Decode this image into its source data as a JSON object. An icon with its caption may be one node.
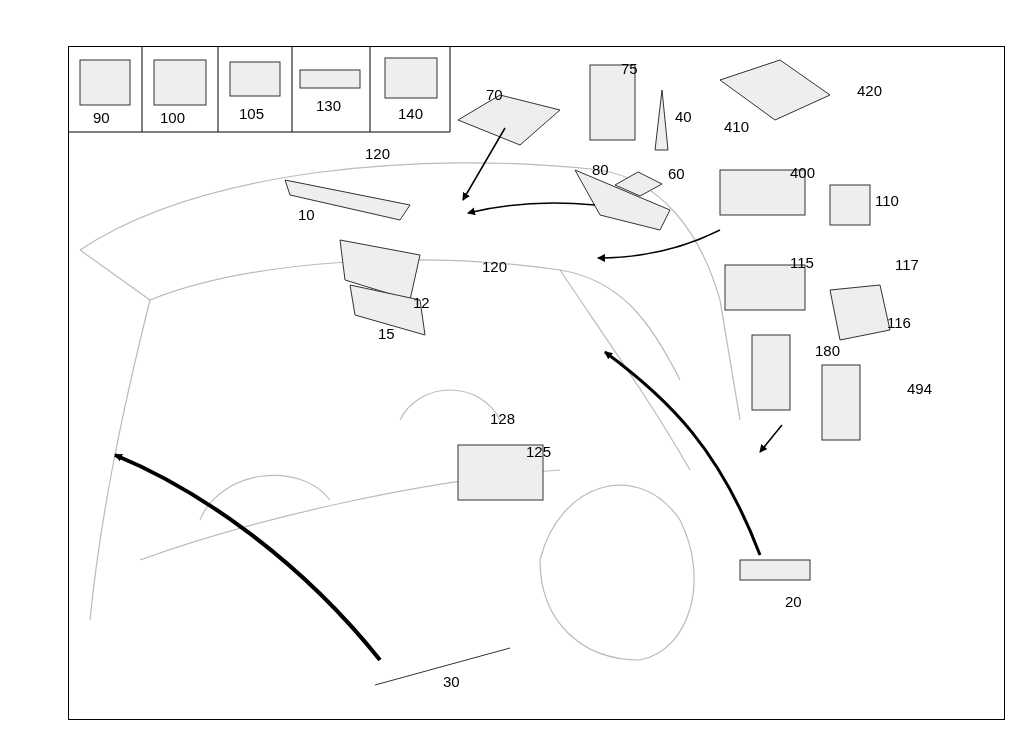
{
  "diagram": {
    "labels": [
      "90",
      "100",
      "105",
      "130",
      "140",
      "70",
      "75",
      "40",
      "420",
      "410",
      "120",
      "80",
      "60",
      "400",
      "110",
      "10",
      "120",
      "115",
      "117",
      "12",
      "116",
      "15",
      "180",
      "494",
      "128",
      "125",
      "20",
      "30"
    ]
  }
}
